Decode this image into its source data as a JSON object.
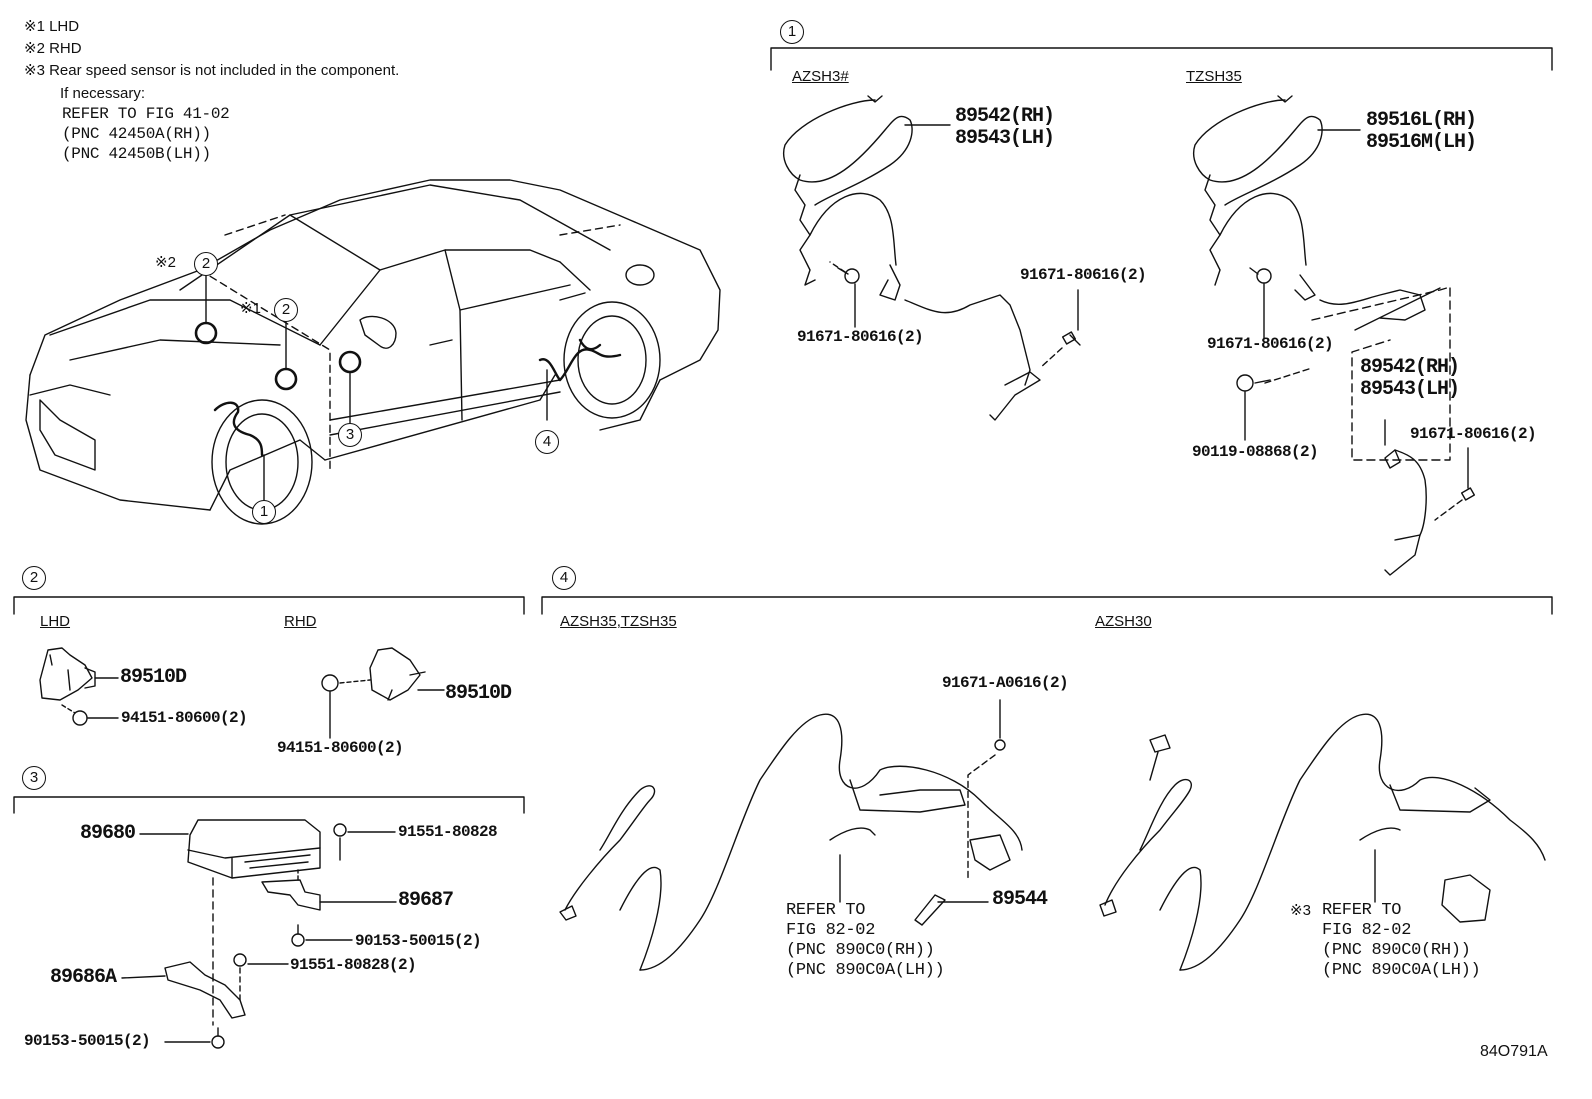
{
  "notes": {
    "n1": "※1 LHD",
    "n2": "※2 RHD",
    "n3": "※3 Rear speed sensor is not included in the component.",
    "n4": "If necessary:",
    "n5": "REFER TO FIG 41-02",
    "n6": "(PNC 42450A(RH))",
    "n7": "(PNC 42450B(LH))"
  },
  "overview": {
    "callout_1": "1",
    "callout_2a": "2",
    "callout_2b": "2",
    "callout_3": "3",
    "callout_4": "4",
    "mark_rhd": "※2",
    "mark_lhd": "※1"
  },
  "section1": {
    "number": "1",
    "model_a": "AZSH3#",
    "model_b": "TZSH35",
    "a_sensor_rh": "89542(RH)",
    "a_sensor_lh": "89543(LH)",
    "a_bolt_1": "91671-80616(2)",
    "a_bolt_2": "91671-80616(2)",
    "b_sensor_rh": "89516L(RH)",
    "b_sensor_lh": "89516M(LH)",
    "b_bolt_1": "91671-80616(2)",
    "b_bolt_2": "90119-08868(2)",
    "b_sub_rh": "89542(RH)",
    "b_sub_lh": "89543(LH)",
    "b_bolt_3": "91671-80616(2)"
  },
  "section2": {
    "number": "2",
    "model_a": "LHD",
    "model_b": "RHD",
    "lhd_part": "89510D",
    "lhd_nut": "94151-80600(2)",
    "rhd_part": "89510D",
    "rhd_nut": "94151-80600(2)"
  },
  "section3": {
    "number": "3",
    "ecu": "89680",
    "bolt_top": "91551-80828",
    "bracket": "89687",
    "bolt_mid": "90153-50015(2)",
    "bracket2": "89686A",
    "bolt_2": "91551-80828(2)",
    "bolt_bottom": "90153-50015(2)"
  },
  "section4": {
    "number": "4",
    "model_a": "AZSH35,TZSH35",
    "model_b": "AZSH30",
    "bolt": "91671-A0616(2)",
    "sensor": "89544",
    "refer_a_1": "REFER TO",
    "refer_a_2": "FIG 82-02",
    "refer_a_3": "(PNC 890C0(RH))",
    "refer_a_4": "(PNC 890C0A(LH))",
    "mark_b": "※3",
    "refer_b_1": "REFER TO",
    "refer_b_2": "FIG 82-02",
    "refer_b_3": "(PNC 890C0(RH))",
    "refer_b_4": "(PNC 890C0A(LH))"
  },
  "figure_id": "84O791A"
}
